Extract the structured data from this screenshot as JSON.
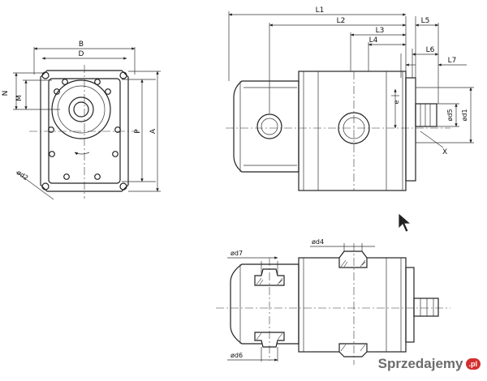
{
  "flange_view": {
    "labels": {
      "B": "B",
      "D": "D",
      "N": "N",
      "M": "M",
      "P": "P",
      "A": "A",
      "d2": "ød2"
    }
  },
  "side_view": {
    "labels": {
      "L1": "L1",
      "L2": "L2",
      "L3": "L3",
      "L4": "L4",
      "L5": "L5",
      "L6": "L6",
      "L7": "L7",
      "e": "e",
      "d5": "ød5",
      "d1": "ød1",
      "X": "X"
    }
  },
  "bottom_view": {
    "labels": {
      "d7": "ød7",
      "d4": "ød4",
      "d6": "ød6"
    }
  },
  "watermark": {
    "text": "Sprzedajemy",
    "badge": ".pl"
  },
  "colors": {
    "line": "#222222",
    "background": "#ffffff",
    "watermark_text": "#6c6c6c",
    "watermark_badge": "#d32f2f"
  }
}
